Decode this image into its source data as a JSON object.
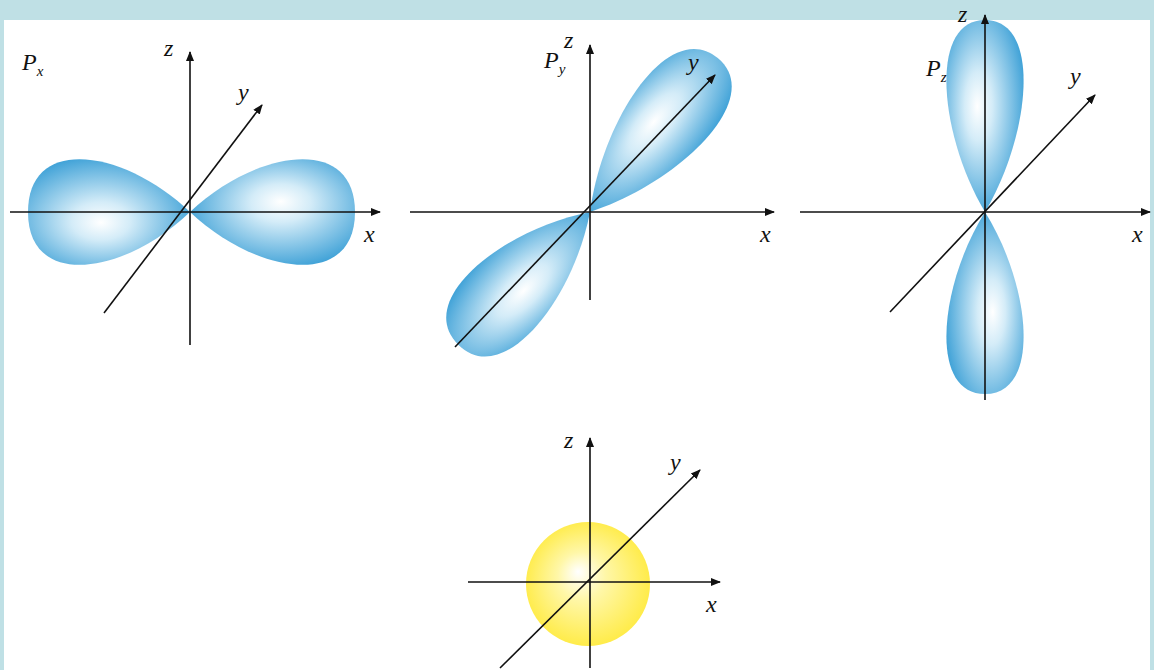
{
  "diagram": {
    "labels": [
      "Px",
      "z",
      "y",
      "x",
      "Py",
      "z",
      "y",
      "x",
      "Pz",
      "z",
      "y",
      "x",
      "z",
      "y",
      "x"
    ]
  }
}
